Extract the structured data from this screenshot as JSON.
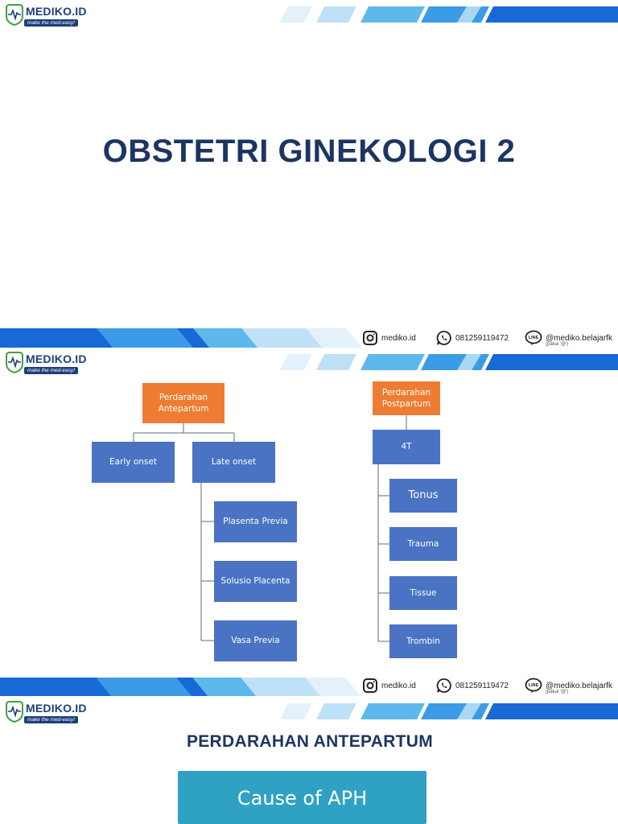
{
  "brand": {
    "name": "MEDIKO.ID",
    "tagline": "make the med-easy!",
    "colors": {
      "navy": "#1c3562",
      "blue_light": "#5db8ec",
      "blue_dark": "#1769d6"
    }
  },
  "slide1": {
    "title": "OBSTETRI GINEKOLOGI 2"
  },
  "footer": {
    "instagram": "mediko.id",
    "whatsapp": "081259119472",
    "line": "@mediko.belajarfk",
    "line_note": "(pakai '@')",
    "icons": [
      "instagram-icon",
      "whatsapp-icon",
      "line-icon"
    ]
  },
  "slide2": {
    "antepartum": {
      "root": "Perdarahan Antepartum",
      "early": "Early onset",
      "late": "Late onset",
      "causes": [
        "Plasenta Previa",
        "Solusio Placenta",
        "Vasa Previa"
      ]
    },
    "postpartum": {
      "root": "Perdarahan Postpartum",
      "group": "4T",
      "causes": [
        "Tonus",
        "Trauma",
        "Tissue",
        "Trombin"
      ]
    },
    "colors": {
      "box_blue": "#4a73c4",
      "box_orange": "#ee7d33"
    }
  },
  "slide3": {
    "title": "PERDARAHAN ANTEPARTUM",
    "banner": "Cause of APH",
    "banner_color": "#2fa1c2"
  }
}
